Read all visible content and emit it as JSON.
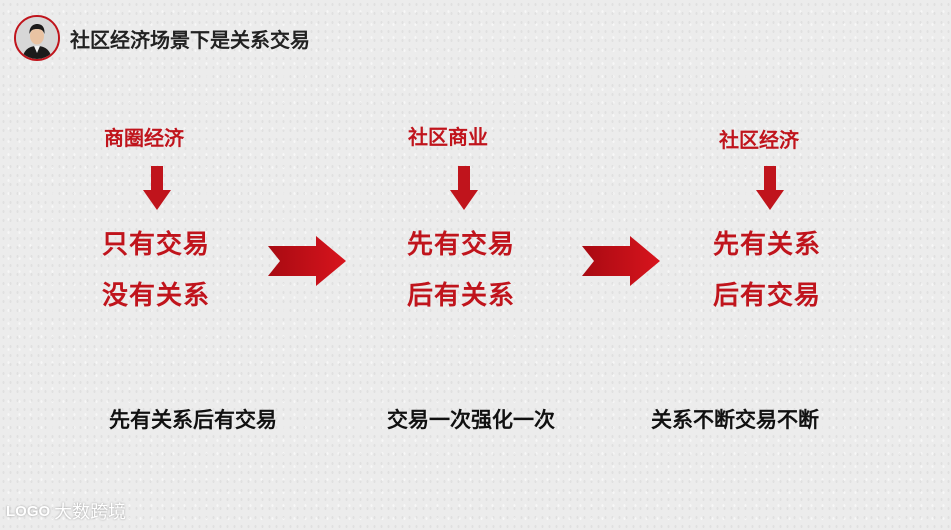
{
  "header": {
    "title": "社区经济场景下是关系交易"
  },
  "columns": [
    {
      "subtitle": "商圈经济",
      "line1": "只有交易",
      "line2": "没有关系",
      "caption": "先有关系后有交易"
    },
    {
      "subtitle": "社区商业",
      "line1": "先有交易",
      "line2": "后有关系",
      "caption": "交易一次强化一次"
    },
    {
      "subtitle": "社区经济",
      "line1": "先有关系",
      "line2": "后有交易",
      "caption": "关系不断交易不断"
    }
  ],
  "watermark": {
    "logo": "LOGO",
    "text": "大数跨境"
  },
  "colors": {
    "accent": "#c0141c",
    "text": "#111111"
  }
}
